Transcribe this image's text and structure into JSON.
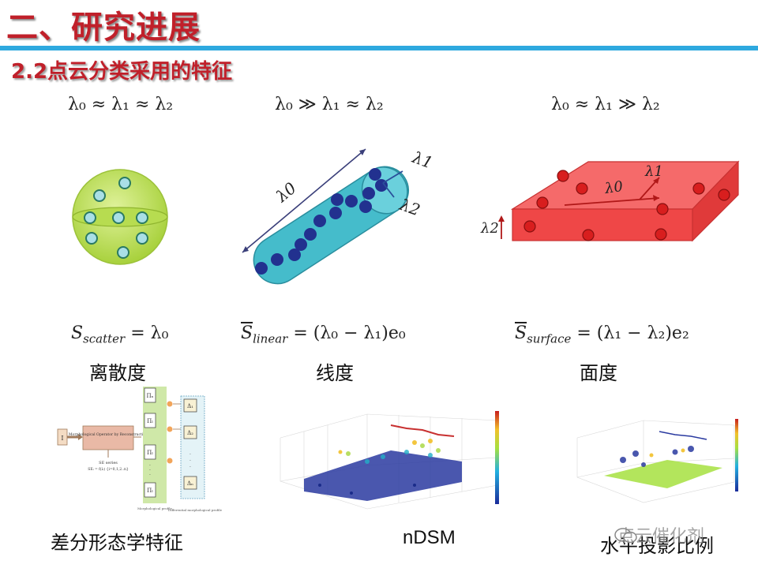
{
  "header": {
    "title": "二、研究进展",
    "subtitle": "2.2点云分类采用的特征"
  },
  "features": [
    {
      "condition": "λ₀ ≈ λ₁ ≈ λ₂",
      "label": "离散度"
    },
    {
      "condition": "λ₀ ≫ λ₁ ≈ λ₂",
      "label": "线度"
    },
    {
      "condition": "λ₀ ≈ λ₁ ≫ λ₂",
      "label": "面度"
    }
  ],
  "formulas": {
    "scatter": {
      "lhs": "S",
      "sub": "scatter",
      "rhs": " = λ₀"
    },
    "linear": {
      "lhs": "S",
      "sub": "linear",
      "rhs": " = (λ₀ − λ₁)e₀"
    },
    "surface": {
      "lhs": "S",
      "sub": "surface",
      "rhs": " = (λ₁ − λ₂)e₂"
    }
  },
  "diagram_labels": {
    "lambda0": "λ0",
    "lambda1": "λ1",
    "lambda2": "λ2"
  },
  "morph_diagram": {
    "input": "I",
    "operator": "Morphological Operator by Reconstruction",
    "se_series": "SE series",
    "se_formula": "SEᵢ = f(λ) {i=0,1,2..n}",
    "profile_caption": "Morphological profile",
    "diff_caption": "Differential morphological profile",
    "profile_cells": [
      "Πₓ",
      "Πₗ",
      "Πₗ",
      "Πₗ"
    ],
    "diff_cells": [
      "Δ₁",
      "Δ₂",
      "Δₙ"
    ]
  },
  "bottom_labels": {
    "morph": "差分形态学特征",
    "ndsm": "nDSM",
    "horizontal": "水平投影比例"
  },
  "watermark": "点云催化剂",
  "colors": {
    "title_red": "#c0202a",
    "rule_blue": "#2ea9df",
    "sphere_green": "#bfe05a",
    "tube_cyan": "#3cb8c8",
    "point_navy": "#1f2f8a",
    "box_red": "#f04545",
    "point_red": "#d81e1e"
  }
}
